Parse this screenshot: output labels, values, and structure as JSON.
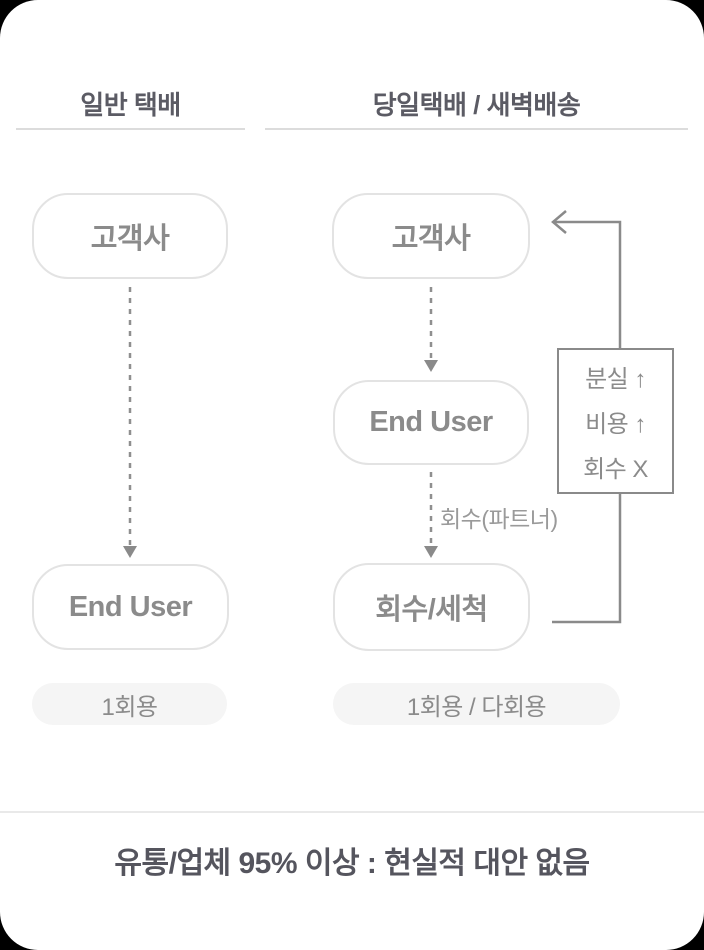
{
  "diagram": {
    "columns": {
      "left": {
        "header": "일반 택배",
        "nodes": {
          "top": "고객사",
          "bottom": "End User"
        },
        "pill": "1회용"
      },
      "right": {
        "header": "당일택배 / 새벽배송",
        "nodes": {
          "top": "고객사",
          "middle": "End User",
          "bottom": "회수/세척"
        },
        "edge_label": "회수(파트너)",
        "side_box": {
          "lines": [
            "분실 ↑",
            "비용 ↑",
            "회수 X"
          ]
        },
        "pill": "1회용 / 다회용"
      }
    },
    "footer": {
      "caption": "유통/업체 95% 이상 : 현실적 대안 없음"
    },
    "colors": {
      "card_background": "#ffffff",
      "outside_background": "#000000",
      "header_text": "#5b5b64",
      "underline": "#dcdcdc",
      "node_border": "#e3e3e3",
      "node_text": "#8b8b8b",
      "dashed_line": "#8f8f8f",
      "loop_line": "#8a8a8a",
      "pill_background": "#f5f5f5",
      "caption_text": "#55555e"
    }
  }
}
